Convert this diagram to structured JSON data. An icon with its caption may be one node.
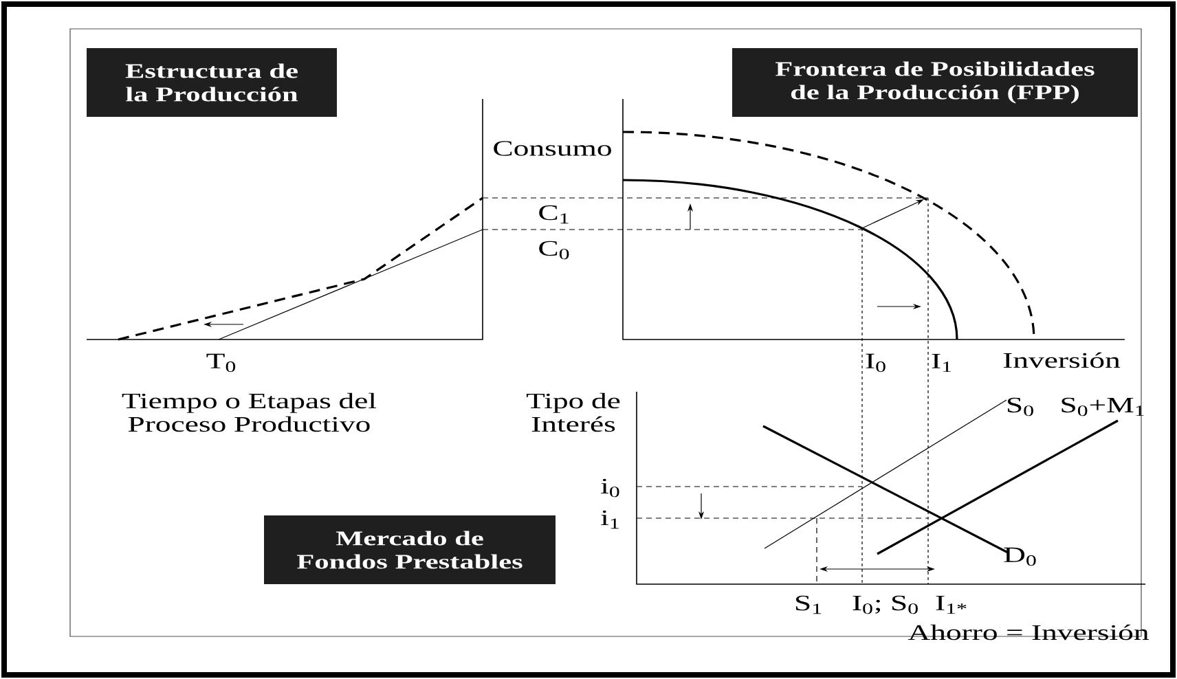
{
  "diagram": {
    "nodes": [
      {
        "text": [
          "Estructura de la Producción"
        ]
      },
      {
        "text": [
          "Frontera de Posibilidades de la Producción (FPP)"
        ]
      },
      {
        "text": [
          "Mercado de Fondos Prestables"
        ]
      }
    ],
    "labels": [
      "Consumo",
      "C$_{1}$",
      "C$_{0}$",
      "T$_{0}$",
      "I$_{0}$",
      "I$_{1}$",
      "Inversión",
      "Tiempo o Etapas del Proceso Productivo",
      "Tipo de Interés",
      "S$_{0}$",
      "S$_{0}$+M$_{1}$",
      "i$_{0}$",
      "i$_{1}$",
      "D$_{0}$",
      "S$_{1}$",
      "I$_{0}$; S$_{0}$",
      "I$_{1*}$",
      "Ahorro = Inversión"
    ]
  }
}
